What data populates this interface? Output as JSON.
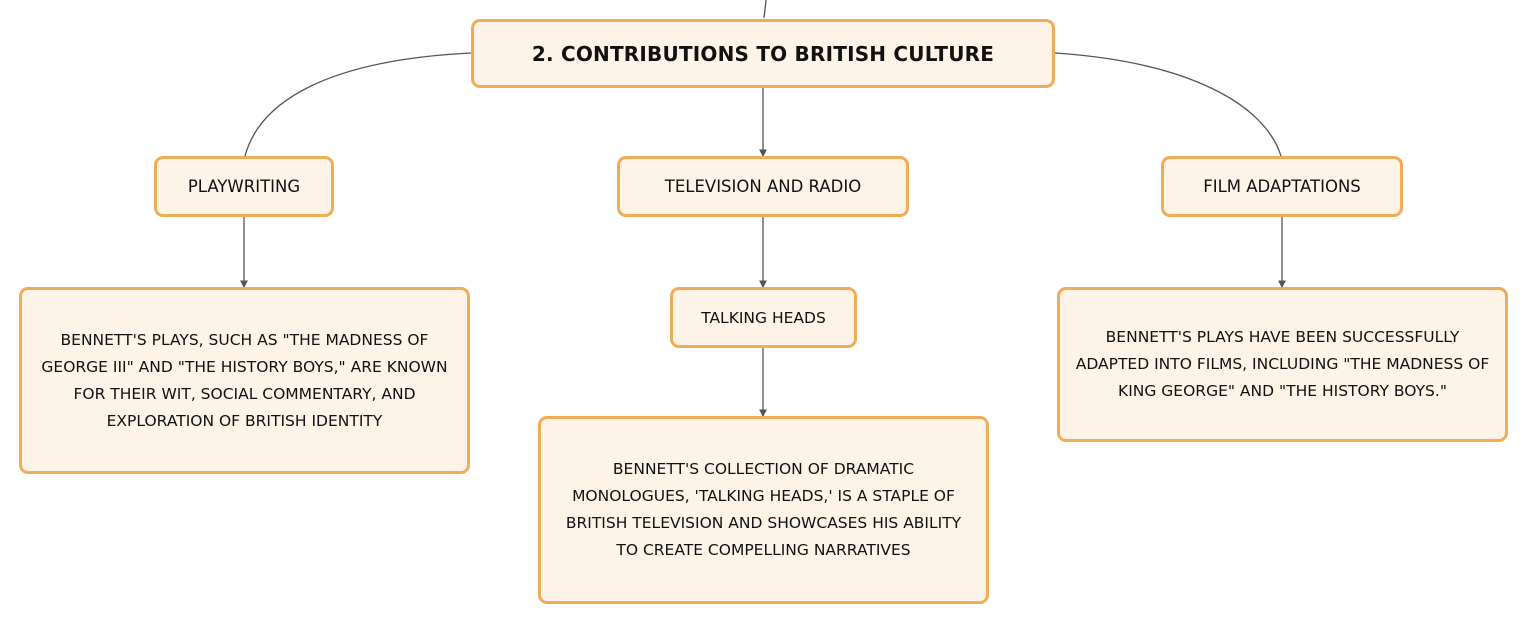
{
  "diagram": {
    "root": {
      "label": "2. CONTRIBUTIONS TO BRITISH CULTURE"
    },
    "branches": [
      {
        "label": "PLAYWRITING",
        "detail": "BENNETT'S PLAYS, SUCH AS \"THE MADNESS OF GEORGE III\" AND \"THE HISTORY BOYS,\" ARE KNOWN FOR THEIR WIT, SOCIAL COMMENTARY, AND EXPLORATION OF BRITISH IDENTITY"
      },
      {
        "label": "TELEVISION AND RADIO",
        "sub": "TALKING HEADS",
        "detail": "BENNETT'S COLLECTION OF DRAMATIC MONOLOGUES, 'TALKING HEADS,' IS A STAPLE OF BRITISH TELEVISION AND SHOWCASES HIS ABILITY TO CREATE COMPELLING NARRATIVES"
      },
      {
        "label": "FILM ADAPTATIONS",
        "detail": "BENNETT'S PLAYS HAVE BEEN SUCCESSFULLY ADAPTED INTO FILMS, INCLUDING \"THE MADNESS OF KING GEORGE\" AND \"THE HISTORY BOYS.\""
      }
    ],
    "colors": {
      "node_fill": "#fdf3e7",
      "node_border": "#f0ad57",
      "connector": "#555555"
    }
  }
}
